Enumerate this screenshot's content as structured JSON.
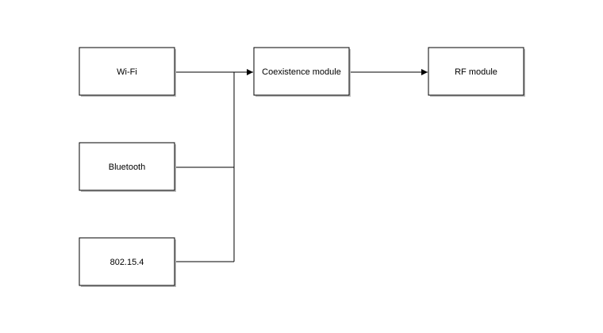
{
  "diagram": {
    "nodes": {
      "wifi": {
        "label": "Wi-Fi"
      },
      "bluetooth": {
        "label": "Bluetooth"
      },
      "ieee802154": {
        "label": "802.15.4"
      },
      "coex": {
        "label": "Coexistence module"
      },
      "rf": {
        "label": "RF module"
      }
    },
    "edges": [
      {
        "from": "wifi",
        "to": "coex"
      },
      {
        "from": "bluetooth",
        "to": "coex"
      },
      {
        "from": "ieee802154",
        "to": "coex"
      },
      {
        "from": "coex",
        "to": "rf"
      }
    ],
    "colors": {
      "stroke": "#000000",
      "fill": "#ffffff",
      "shadow": "#bdbdbd"
    }
  }
}
